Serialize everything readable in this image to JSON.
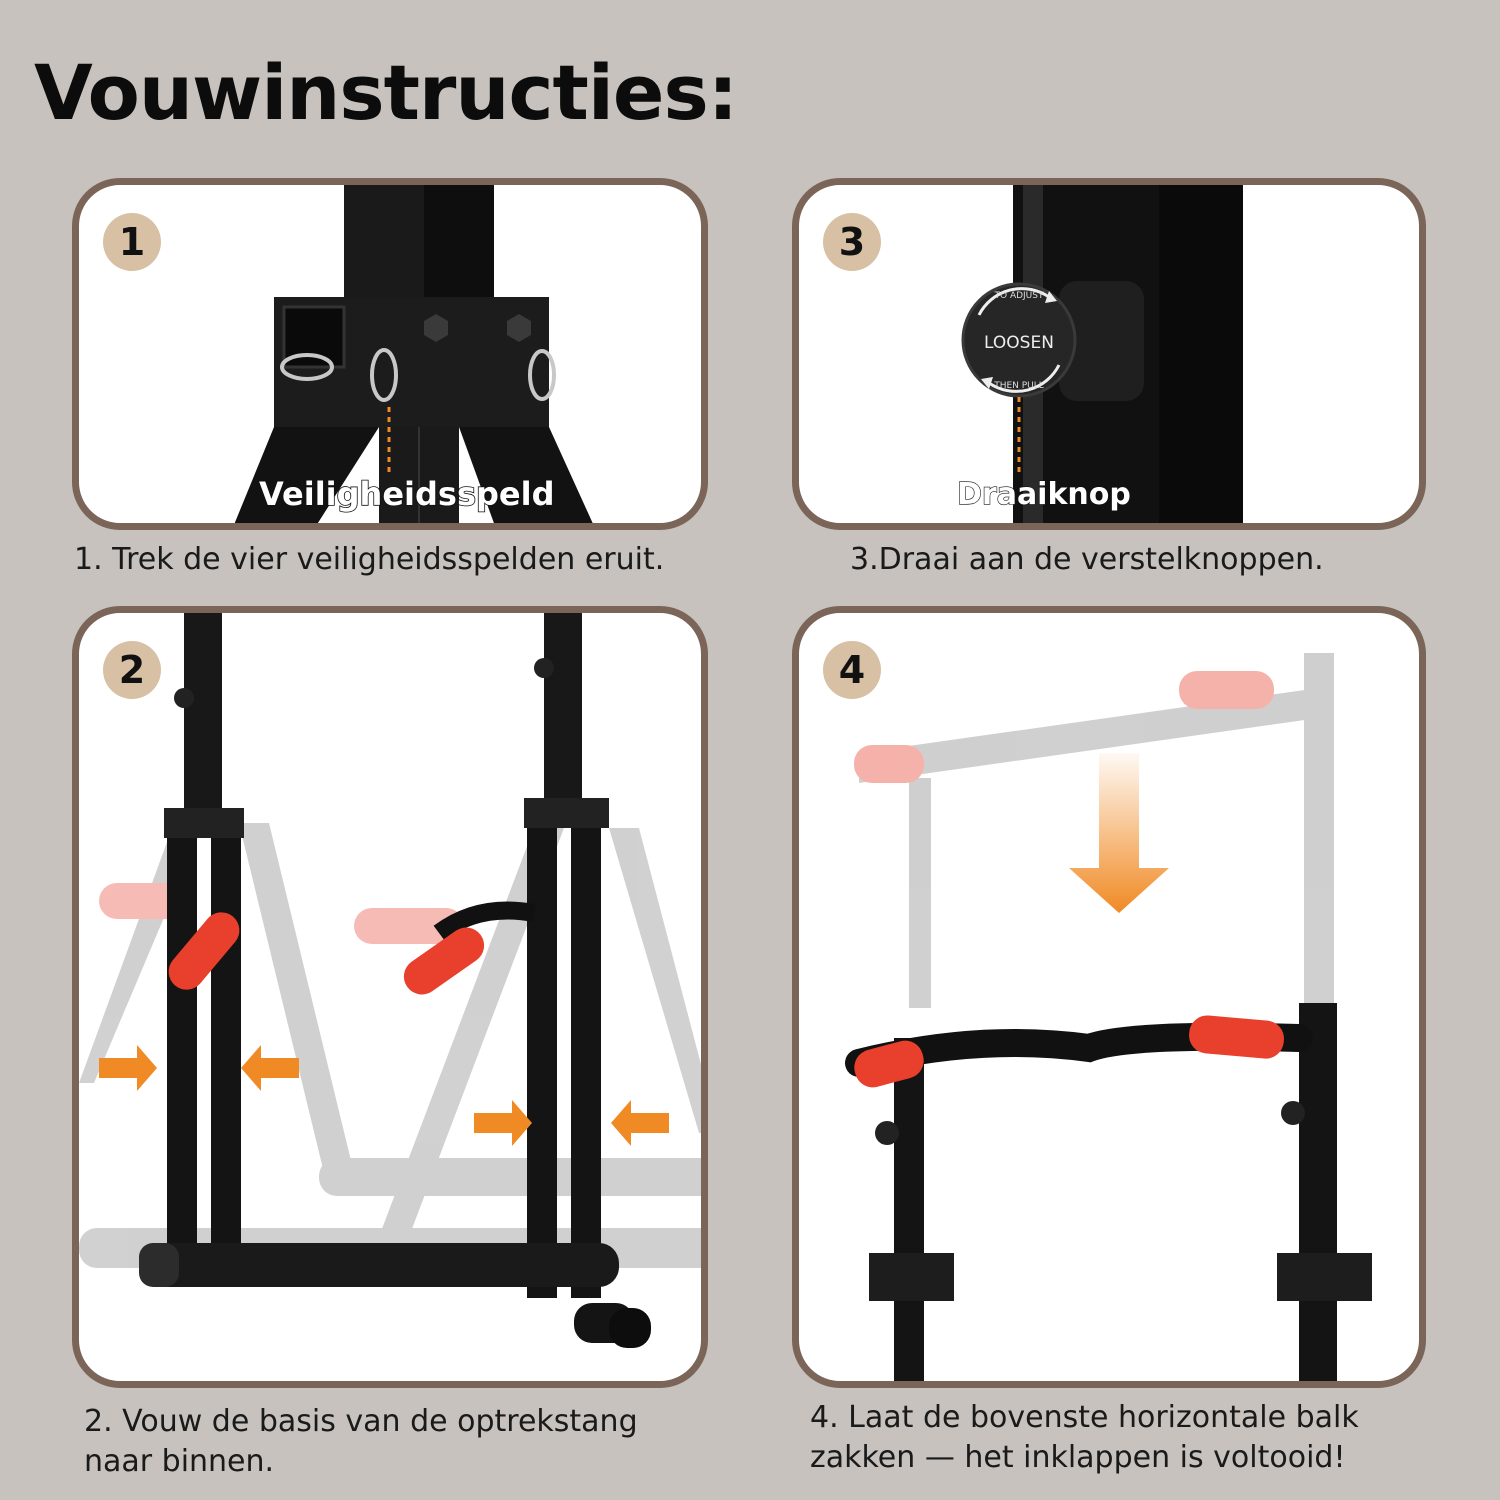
{
  "title": "Vouwinstructies:",
  "steps": [
    {
      "number": "1",
      "label": "Veiligheidsspeld",
      "caption": "1. Trek de vier veiligheidsspelden eruit."
    },
    {
      "number": "2",
      "caption": "2. Vouw de basis van de optrekstang naar binnen."
    },
    {
      "number": "3",
      "label": "Draaiknop",
      "knob_text": {
        "top": "TO ADJUST",
        "center": "LOOSEN",
        "bottom": "THEN PULL"
      },
      "caption": "3.Draai aan de verstelknoppen."
    },
    {
      "number": "4",
      "caption": "4. Laat de bovenste horizontale balk zakken — het inklappen is voltooid!"
    }
  ],
  "colors": {
    "background": "#c7c2bd",
    "panel_border": "#7a6558",
    "badge": "#d8c0a4",
    "accent_orange": "#f08a24",
    "grip_red": "#e8402c",
    "frame_black": "#151515"
  }
}
